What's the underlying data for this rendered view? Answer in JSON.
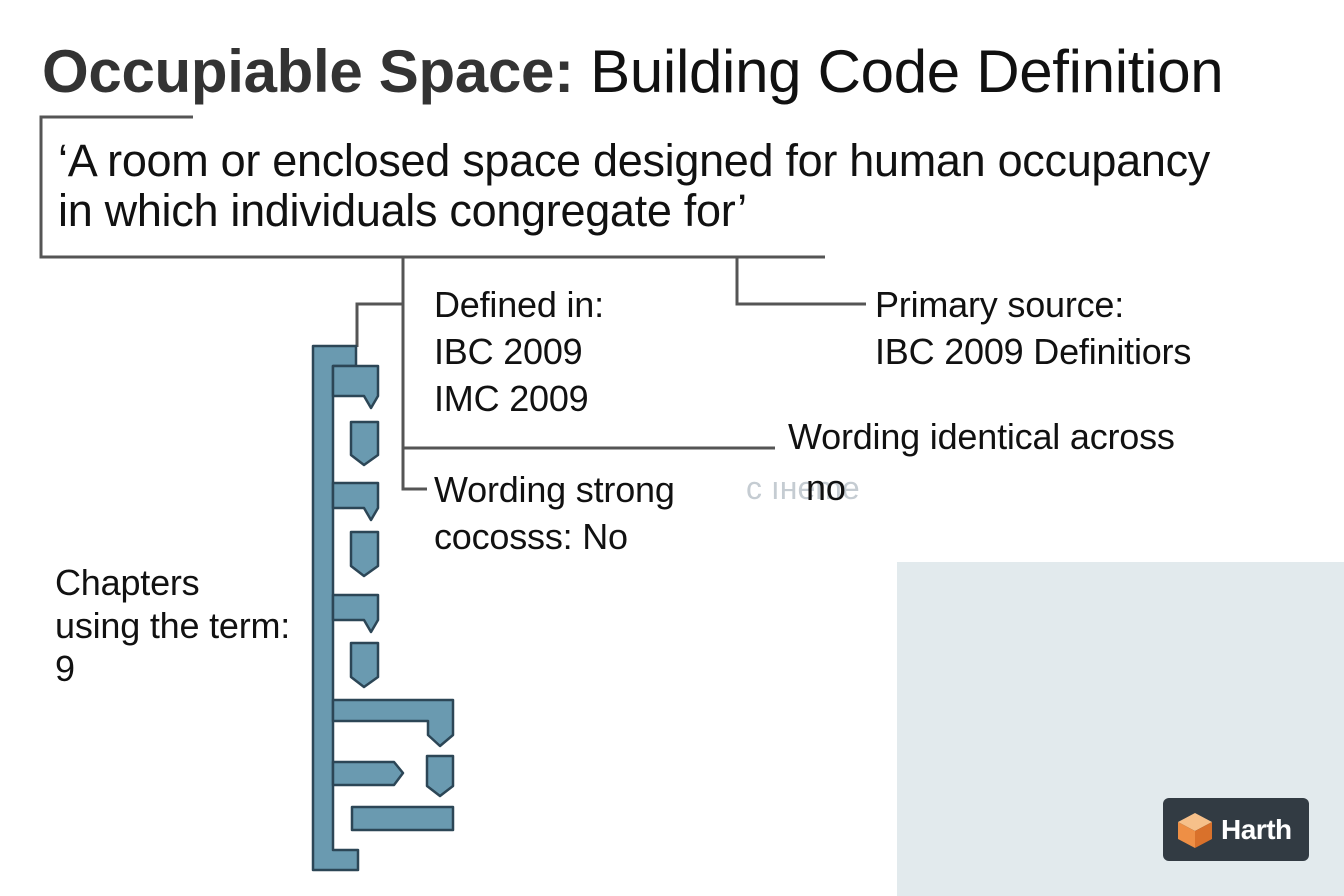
{
  "title": {
    "bold": "Occupiable Space:",
    "rest": "Building Code Definition"
  },
  "definition": {
    "line1": "‘A room or enclosed space designed for human occupancy",
    "line2": "in which individuals congregate for’"
  },
  "defined_in": {
    "label": "Defined in:",
    "item1": "IBC 2009",
    "item2": "IMC 2009"
  },
  "primary_source": {
    "label": "Primary source:",
    "value": "IBC 2009 Definitiors"
  },
  "wording_identical": {
    "line1": "Wording identical across",
    "line2": "no",
    "faded": "c ıнeme"
  },
  "wording_strong": {
    "line1": "Wording strong",
    "line2": "cocosss: No"
  },
  "chapters": {
    "line1": "Chapters",
    "line2": "using the term:",
    "line3": "9"
  },
  "logo": {
    "text": "Harth"
  },
  "colors": {
    "flow_fill": "#6a9ab0",
    "flow_stroke": "#2c4656",
    "line": "#555555",
    "panel": "#e2eaed"
  }
}
